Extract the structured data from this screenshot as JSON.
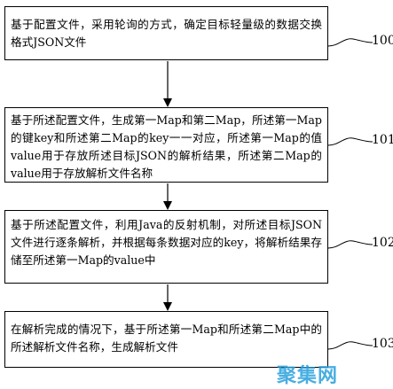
{
  "steps": [
    {
      "ref": "100",
      "text": "基于配置文件，采用轮询的方式，确定目标轻量级的数据交换格式JSON文件"
    },
    {
      "ref": "101",
      "text": "基于所述配置文件，生成第一Map和第二Map，所述第一Map的键key和所述第二Map的key一一对应，所述第一Map的值value用于存放所述目标JSON的解析结果，所述第二Map的value用于存放解析文件名称"
    },
    {
      "ref": "102",
      "text": "基于所述配置文件，利用Java的反射机制，对所述目标JSON文件进行逐条解析，并根据每条数据对应的key，将解析结果存储至所述第一Map的value中"
    },
    {
      "ref": "103",
      "text": "在解析完成的情况下，基于所述第一Map和所述第二Map中的所述解析文件名称，生成解析文件"
    }
  ],
  "watermark": "聚集网"
}
